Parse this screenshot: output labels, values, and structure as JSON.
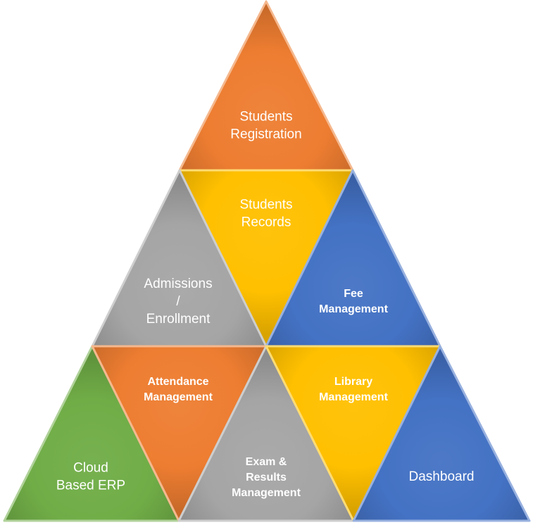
{
  "segments": [
    {
      "id": "students-registration",
      "lines": [
        "Students",
        "Registration"
      ],
      "color": "#ED7D31",
      "weight": "regular"
    },
    {
      "id": "students-records",
      "lines": [
        "Students",
        "Records"
      ],
      "color": "#FFC000",
      "weight": "regular"
    },
    {
      "id": "admissions-enrollment",
      "lines": [
        "Admissions",
        "/",
        "Enrollment"
      ],
      "color": "#A5A5A5",
      "weight": "regular"
    },
    {
      "id": "fee-management",
      "lines": [
        "Fee",
        "Management"
      ],
      "color": "#4472C4",
      "weight": "bold"
    },
    {
      "id": "cloud-based-erp",
      "lines": [
        "Cloud",
        "Based ERP"
      ],
      "color": "#70AD47",
      "weight": "regular"
    },
    {
      "id": "attendance-management",
      "lines": [
        "Attendance",
        "Management"
      ],
      "color": "#ED7D31",
      "weight": "bold"
    },
    {
      "id": "exam-results-management",
      "lines": [
        "Exam &",
        "Results",
        "Management"
      ],
      "color": "#A5A5A5",
      "weight": "bold"
    },
    {
      "id": "library-management",
      "lines": [
        "Library",
        "Management"
      ],
      "color": "#FFC000",
      "weight": "bold"
    },
    {
      "id": "dashboard",
      "lines": [
        "Dashboard"
      ],
      "color": "#4472C4",
      "weight": "regular"
    }
  ]
}
